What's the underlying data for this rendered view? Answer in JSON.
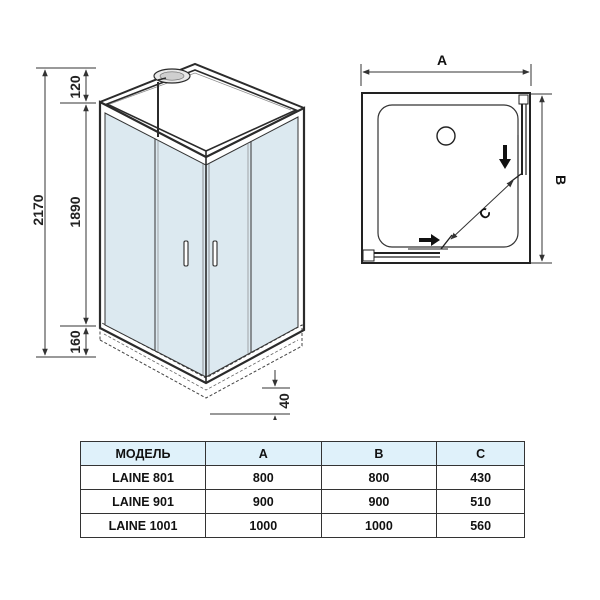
{
  "colors": {
    "glass": "#dce9f0",
    "frame": "#2b2b2b",
    "table_header_bg": "#dff1fa"
  },
  "elevation": {
    "dims": {
      "total_height": "2170",
      "top": "120",
      "middle": "1890",
      "bottom": "160",
      "tray": "40"
    }
  },
  "plan": {
    "labels": {
      "a": "A",
      "b": "B",
      "c": "C"
    }
  },
  "table": {
    "headers": [
      "МОДЕЛЬ",
      "A",
      "B",
      "C"
    ],
    "rows": [
      [
        "LAINE 801",
        "800",
        "800",
        "430"
      ],
      [
        "LAINE 901",
        "900",
        "900",
        "510"
      ],
      [
        "LAINE 1001",
        "1000",
        "1000",
        "560"
      ]
    ]
  }
}
